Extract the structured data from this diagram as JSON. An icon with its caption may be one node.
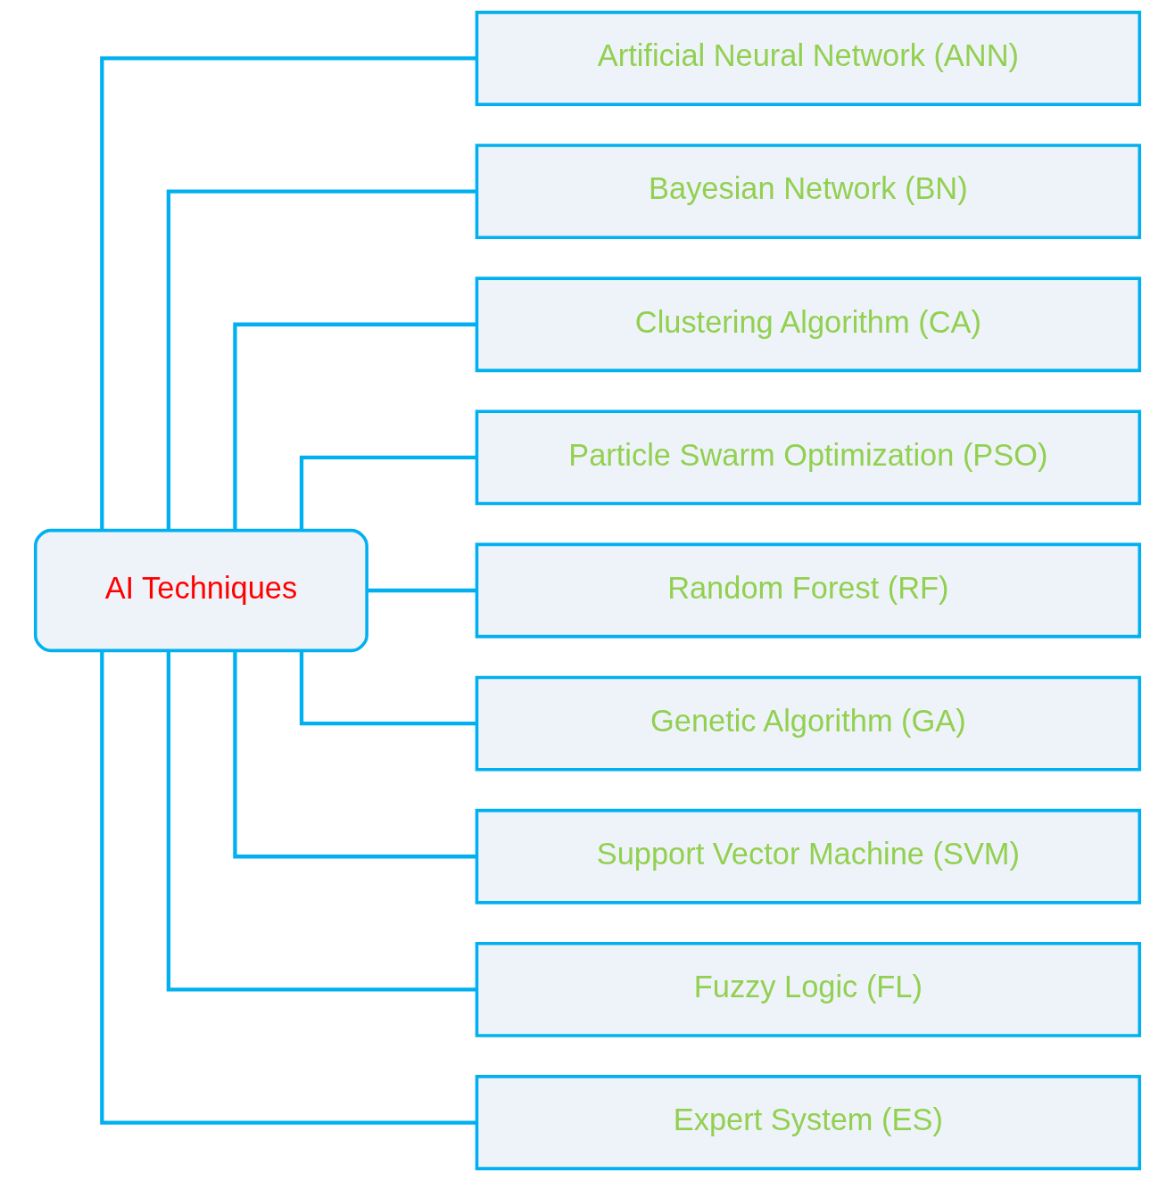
{
  "diagram": {
    "nodes": [
      {
        "text": [
          "AI Techniques"
        ]
      },
      {
        "text": [
          "Artificial Neural Network (ANN)"
        ]
      },
      {
        "text": [
          "Bayesian Network (BN)"
        ]
      },
      {
        "text": [
          "Clustering Algorithm (CA)"
        ]
      },
      {
        "text": [
          "Particle Swarm Optimization (PSO)"
        ]
      },
      {
        "text": [
          "Random Forest (RF)"
        ]
      },
      {
        "text": [
          "Genetic Algorithm (GA)"
        ]
      },
      {
        "text": [
          "Support Vector Machine (SVM)"
        ]
      },
      {
        "text": [
          "Fuzzy Logic (FL)"
        ]
      },
      {
        "text": [
          "Expert System (ES)"
        ]
      }
    ],
    "edges": [
      {
        "from": 0,
        "to": 1,
        "arrow": "none"
      },
      {
        "from": 0,
        "to": 2,
        "arrow": "none"
      },
      {
        "from": 0,
        "to": 3,
        "arrow": "none"
      },
      {
        "from": 0,
        "to": 4,
        "arrow": "none"
      },
      {
        "from": 0,
        "to": 5,
        "arrow": "none"
      },
      {
        "from": 0,
        "to": 6,
        "arrow": "none"
      },
      {
        "from": 0,
        "to": 7,
        "arrow": "none"
      },
      {
        "from": 0,
        "to": 8,
        "arrow": "none"
      },
      {
        "from": 0,
        "to": 9,
        "arrow": "none"
      }
    ]
  }
}
